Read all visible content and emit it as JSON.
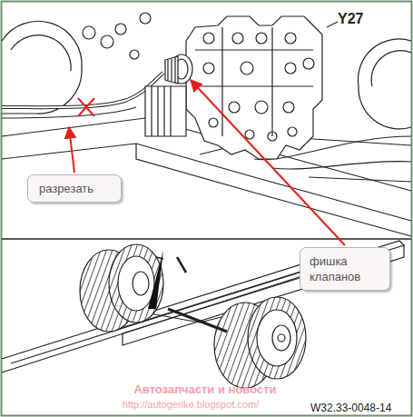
{
  "diagram": {
    "nodes": [
      {
        "text": [
          "разрезать"
        ]
      },
      {
        "text": [
          "фишка клапанов"
        ]
      }
    ],
    "labels": [
      "Y27",
      "Автозапчасти и новости",
      "http://autogeriko.blogspot.com/",
      "W32.33-0048-14"
    ]
  }
}
